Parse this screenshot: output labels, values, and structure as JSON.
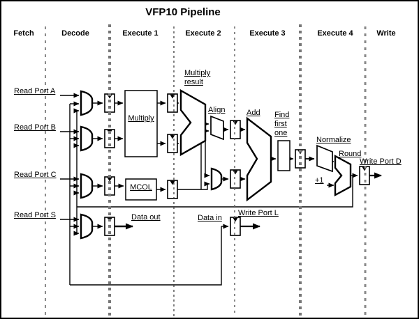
{
  "title": "VFP10 Pipeline",
  "stages": [
    "Fetch",
    "Decode",
    "Execute 1",
    "Execute 2",
    "Execute 3",
    "Execute 4",
    "Write"
  ],
  "ports": {
    "a": "Read Port A",
    "b": "Read Port B",
    "c": "Read Port C",
    "s": "Read Port S"
  },
  "blocks": {
    "multiply": "Multiply",
    "mcol": "MCOL",
    "multiply_result": "Multiply result",
    "align": "Align",
    "add": "Add",
    "find_first_one": "Find first one",
    "normalize": "Normalize",
    "round": "Round",
    "plus_one": "+1"
  },
  "io": {
    "data_out": "Data out",
    "data_in": "Data in",
    "write_port_l": "Write Port L",
    "write_port_d": "Write Port D"
  },
  "colors": {
    "background": "#ffffff",
    "ink": "#000000",
    "stage_divider_light": "#8a8a8a",
    "stage_divider_heavy": "#787878",
    "stage_divider_fine": "#3a3a3a"
  }
}
